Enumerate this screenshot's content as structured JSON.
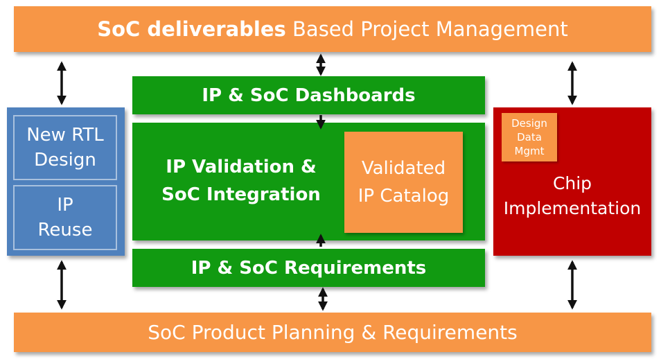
{
  "top_bar": {
    "bold": "SoC deliverables",
    "rest": " Based Project Management"
  },
  "dashboards": "IP & SoC Dashboards",
  "center": {
    "line1": "IP Validation &",
    "line2": "SoC Integration"
  },
  "catalog": {
    "line1": "Validated",
    "line2": "IP Catalog"
  },
  "requirements": "IP & SoC Requirements",
  "left": {
    "design": {
      "line1": "New RTL",
      "line2": "Design"
    },
    "reuse": {
      "line1": "IP",
      "line2": "Reuse"
    }
  },
  "right": {
    "ddm": {
      "line1": "Design",
      "line2": "Data",
      "line3": "Mgmt"
    },
    "chip": {
      "line1": "Chip",
      "line2": "Implementation"
    }
  },
  "bottom_bar": "SoC Product Planning & Requirements",
  "colors": {
    "orange": "#f79646",
    "green": "#119a11",
    "blue": "#4f81bd",
    "red": "#c00000"
  }
}
